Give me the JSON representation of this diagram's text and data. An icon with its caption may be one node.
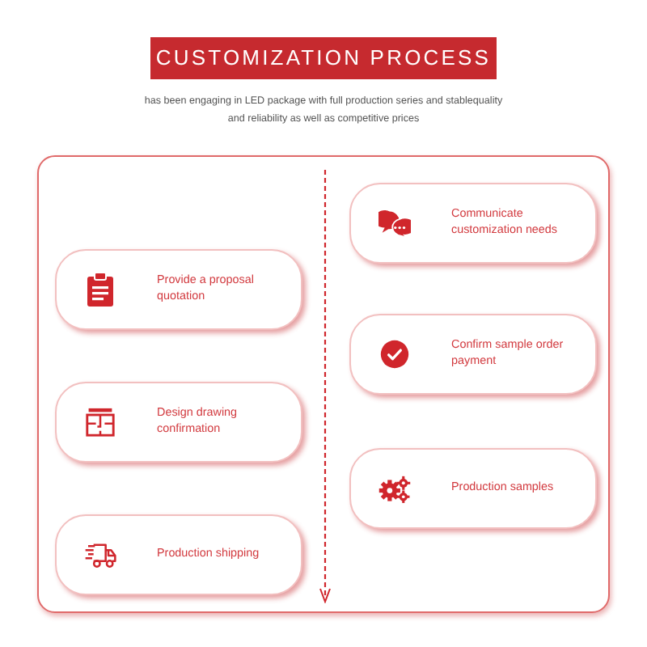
{
  "diagram": {
    "title": "CUSTOMIZATION PROCESS",
    "nodes": [
      {
        "text": [],
        "shape": "box"
      },
      {
        "text": [
          "Communicate customization needs"
        ],
        "in": 0
      },
      {
        "text": [
          "Provide a proposal quotation"
        ],
        "in": 0
      },
      {
        "text": [
          "Confirm sample order payment"
        ],
        "in": 0
      },
      {
        "text": [
          "Design drawing confirmation"
        ],
        "in": 0
      },
      {
        "text": [
          "Production samples"
        ],
        "in": 0
      },
      {
        "text": [
          "Production shipping"
        ],
        "in": 0
      }
    ],
    "labels": [
      "has been engaging in LED package with full production series and stablequality and reliability as well as competitive prices"
    ]
  }
}
